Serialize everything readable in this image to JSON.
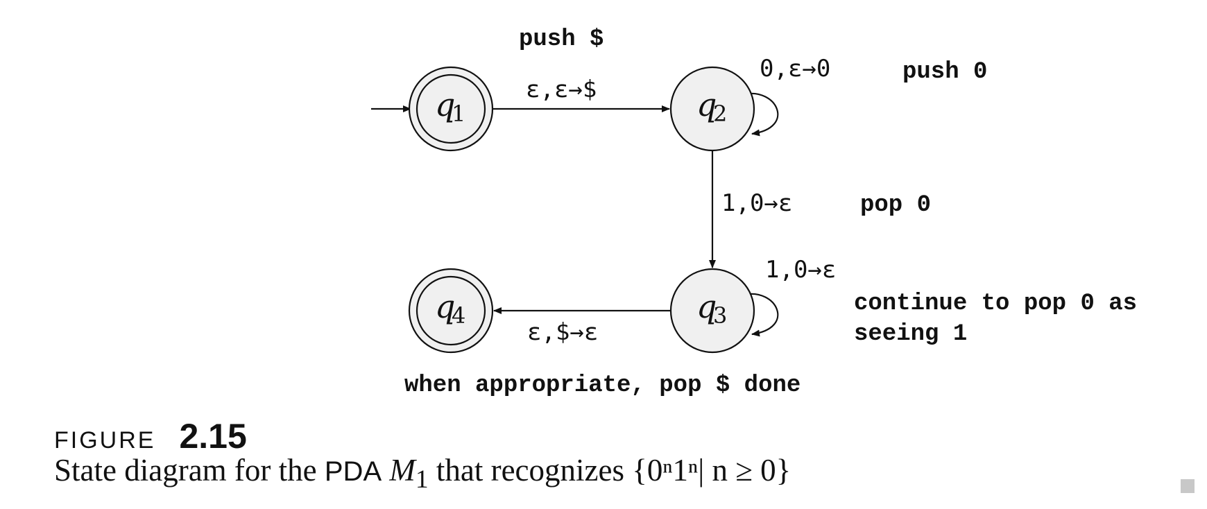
{
  "states": [
    {
      "id": "q1",
      "letter": "q",
      "sub": "1",
      "accept": true,
      "start": true
    },
    {
      "id": "q2",
      "letter": "q",
      "sub": "2",
      "accept": false,
      "start": false
    },
    {
      "id": "q3",
      "letter": "q",
      "sub": "3",
      "accept": false,
      "start": false
    },
    {
      "id": "q4",
      "letter": "q",
      "sub": "4",
      "accept": true,
      "start": false
    }
  ],
  "transitions": {
    "q1_q2": "ε,ε→$",
    "q2_loop": "0,ε→0",
    "q2_q3": "1,0→ε",
    "q3_loop": "1,0→ε",
    "q3_q4": "ε,$→ε"
  },
  "notes": {
    "push_dollar": "push $",
    "push_zero": "push 0",
    "pop_zero": "pop 0",
    "continue_line1": "continue to pop 0 as",
    "continue_line2": "seeing 1",
    "when_appropriate": "when appropriate, pop $ done"
  },
  "caption": {
    "figure_word": "Figure",
    "figure_number": "2.15",
    "text_before": "State diagram for the ",
    "pda": "PDA",
    "machine": "M",
    "machine_sub": "1",
    "text_middle": " that recognizes ",
    "language": "{0ⁿ1ⁿ| n ≥ 0}"
  }
}
